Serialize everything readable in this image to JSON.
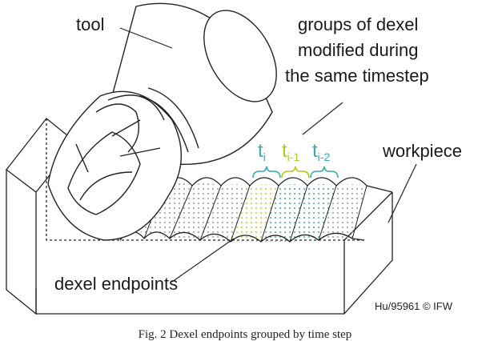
{
  "labels": {
    "tool": "tool",
    "groups_line1": "groups of dexel",
    "groups_line2": "modified during",
    "groups_line3": "the same timestep",
    "workpiece": "workpiece",
    "dexel_endpoints": "dexel endpoints"
  },
  "timesteps": [
    {
      "main": "t",
      "sub": "i",
      "color": "#3aa9b0"
    },
    {
      "main": "t",
      "sub": "i-1",
      "color": "#b6c81a"
    },
    {
      "main": "t",
      "sub": "i-2",
      "color": "#3aa9b0"
    }
  ],
  "credit": "Hu/95961 ©  IFW",
  "caption": "Fig. 2 Dexel endpoints grouped by time step",
  "colors": {
    "line": "#222222",
    "dots_gray": "#9a9a9a",
    "dots_teal": "#3aa9b0",
    "dots_yellow": "#c7cf2a"
  }
}
